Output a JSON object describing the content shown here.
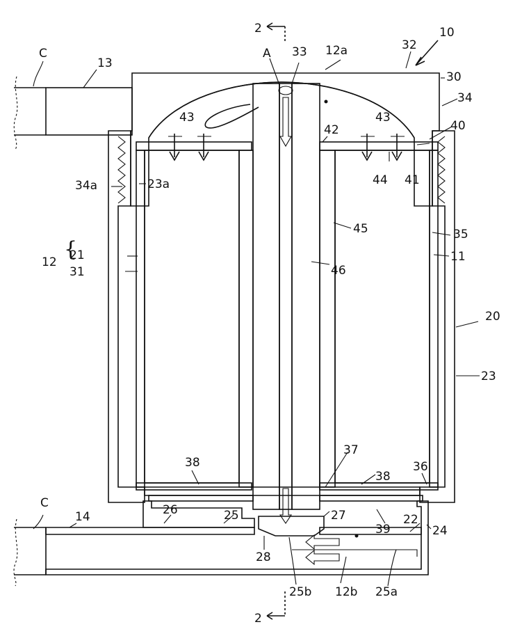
{
  "figure": {
    "labels": {
      "l10": "10",
      "l2_top": "2",
      "l2_bottom": "2",
      "A": "A",
      "l33": "33",
      "l12a": "12a",
      "l32": "32",
      "l30": "30",
      "l34": "34",
      "l13": "13",
      "C_top": "C",
      "C_bottom": "C",
      "l43_left": "43",
      "l43_right": "43",
      "l42": "42",
      "l40": "40",
      "l41": "41",
      "l44": "44",
      "l34a": "34a",
      "l23a": "23a",
      "l45": "45",
      "l35": "35",
      "l12": "12",
      "l21": "21",
      "l31": "31",
      "l11": "11",
      "l46": "46",
      "l20": "20",
      "l23": "23",
      "l38_left": "38",
      "l38_right": "38",
      "l37": "37",
      "l36": "36",
      "l14": "14",
      "l26": "26",
      "l25": "25",
      "l27": "27",
      "l39": "39",
      "l22": "22",
      "l24": "24",
      "l28": "28",
      "l25b": "25b",
      "l12b": "12b",
      "l25a": "25a"
    }
  }
}
